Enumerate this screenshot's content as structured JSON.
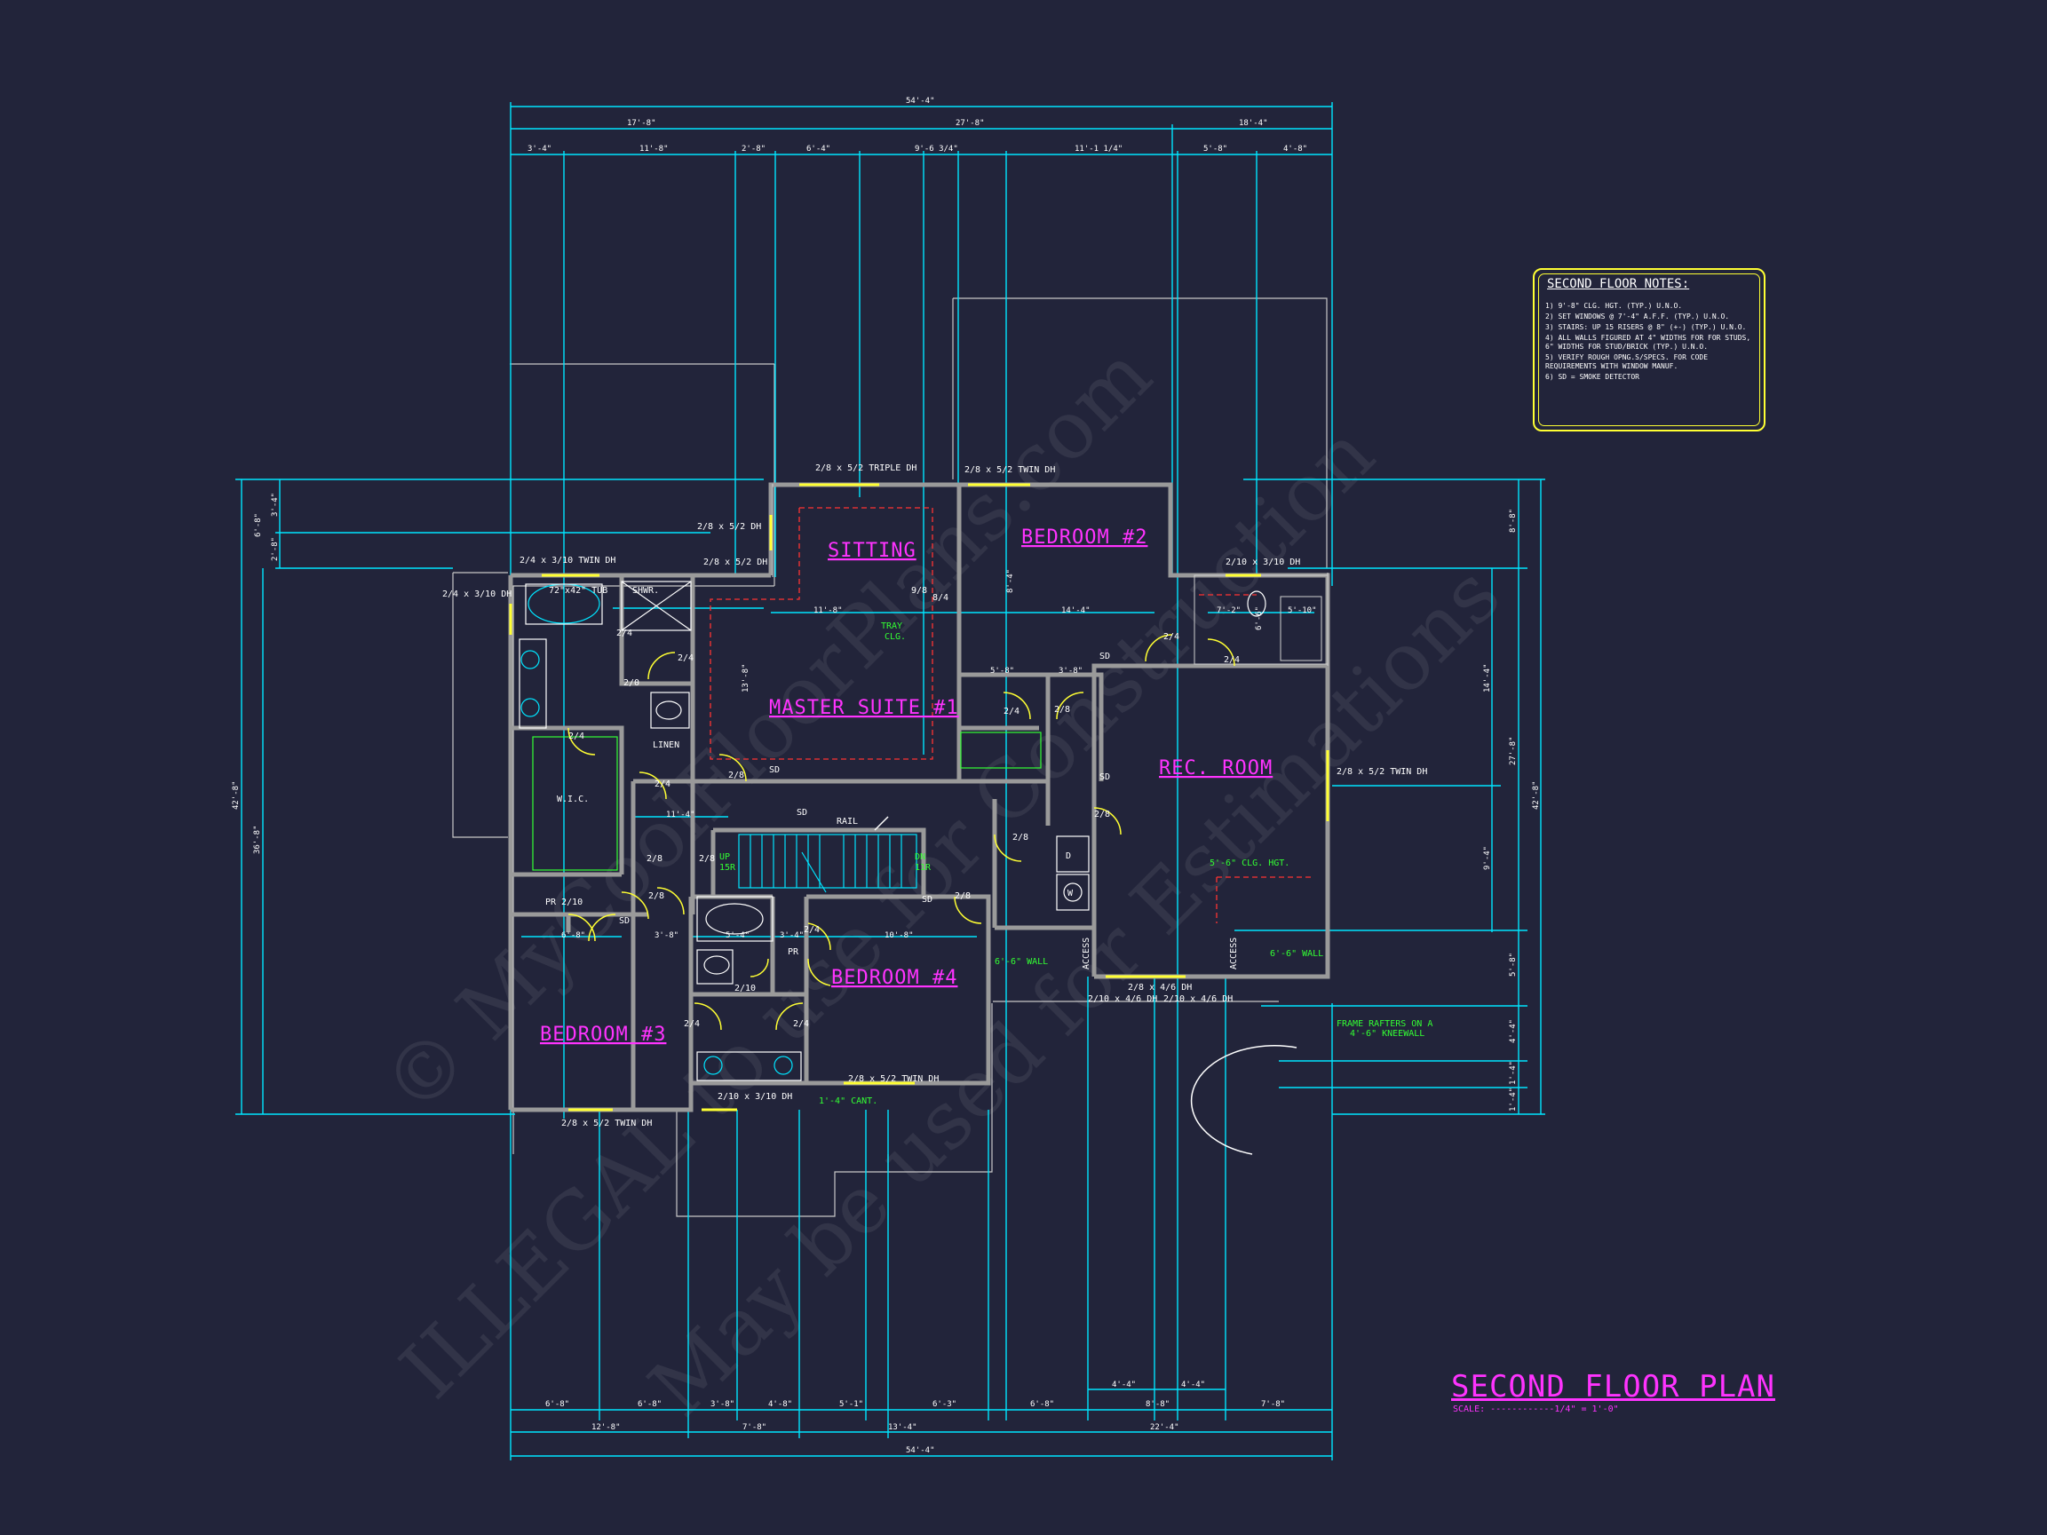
{
  "rooms": {
    "sitting": "SITTING",
    "bedroom2": "BEDROOM #2",
    "master": "MASTER SUITE #1",
    "rec": "REC. ROOM",
    "bedroom4": "BEDROOM #4",
    "bedroom3": "BEDROOM #3"
  },
  "labels": {
    "win_triple_top": "2/8 x 5/2 TRIPLE DH",
    "win_bed2_top": "2/8 x 5/2 TWIN DH",
    "win_sit_side": "2/8 x 5/2 DH",
    "win_sit_side2": "2/8 x 5/2 DH",
    "win_bath_top": "2/4 x 3/10 TWIN DH",
    "win_bath_left": "2/4 x 3/10 DH",
    "win_bath2": "2/10 x 3/10 DH",
    "win_rec_right": "2/8 x 5/2 TWIN DH",
    "win_rec_bot1": "2/8 x 4/6 DH",
    "win_rec_bot2": "2/10 x 4/6 DH",
    "win_rec_bot3": "2/10 x 4/6 DH",
    "win_bed4_bot": "2/8 x 5/2 TWIN DH",
    "win_bath3_bot": "2/10 x 3/10 DH",
    "win_bed3_bot": "2/8 x 5/2 TWIN DH",
    "tub": "72\"x42\" TUB",
    "shwr": "SHWR.",
    "linen": "LINEN",
    "wic": "W.I.C.",
    "pr1": "PR 2/10",
    "pr2": "PR",
    "rail": "RAIL",
    "up": "UP",
    "up_r": "15R",
    "dn": "DN",
    "dn_r": "11R",
    "d": "D",
    "w": "W",
    "access1": "ACCESS",
    "access2": "ACCESS",
    "sd": "SD",
    "d24": "2/4",
    "d28": "2/8",
    "d20": "2/0",
    "d210": "2/10",
    "tray": "TRAY",
    "clg": "CLG.",
    "tray_s": "9/8",
    "tray_s2": "8/4"
  },
  "green": {
    "clg_hgt": "5'-6\" CLG. HGT.",
    "wall1": "6'-6\" WALL",
    "wall2": "6'-6\" WALL",
    "cant": "1'-4\" CANT.",
    "rafter1": "FRAME RAFTERS ON A",
    "rafter2": "4'-6\" KNEEWALL"
  },
  "dims": {
    "top_total": "54'-4\"",
    "top_a": "17'-8\"",
    "top_b": "27'-8\"",
    "top_c": "18'-4\"",
    "t1": "3'-4\"",
    "t2": "11'-8\"",
    "t3": "2'-8\"",
    "t4": "6'-4\"",
    "t5": "9'-6 3/4\"",
    "t6": "11'-1 1/4\"",
    "t7": "5'-8\"",
    "t8": "4'-8\"",
    "bot_total": "54'-4\"",
    "b1": "12'-8\"",
    "b2": "7'-8\"",
    "b3": "13'-4\"",
    "b4": "22'-4\"",
    "bb1": "6'-8\"",
    "bb2": "6'-8\"",
    "bb3": "3'-8\"",
    "bb4": "4'-8\"",
    "bb5": "5'-1\"",
    "bb6": "6'-3\"",
    "bb7": "6'-8\"",
    "bb8": "8'-8\"",
    "bb9": "7'-8\"",
    "bs1": "4'-4\"",
    "bs2": "4'-4\"",
    "left_total": "42'-8\"",
    "left_a": "36'-8\"",
    "l1": "6'-8\"",
    "l2": "3'-4\"",
    "l3": "2'-8\"",
    "right_total": "42'-8\"",
    "r1": "8'-8\"",
    "r2": "27'-8\"",
    "r3": "14'-4\"",
    "r4": "9'-4\"",
    "r5": "5'-8\"",
    "r6": "4'-4\"",
    "r7": "1'-4\"",
    "r8": "1'-4\"",
    "i1": "11'-8\"",
    "i2": "14'-4\"",
    "i3": "7'-2\"",
    "i4": "5'-10\"",
    "i5": "3'-8\"",
    "i6": "5'-8\"",
    "i7": "11'-4\"",
    "i8": "13'-8\"",
    "i9": "8'-4\"",
    "i10": "5'-4\"",
    "i11": "3'-8\"",
    "i12": "10'-8\"",
    "i13": "6'-8\"",
    "i14": "3'-4\"",
    "i15": "6'-6\""
  },
  "notes": {
    "title": "SECOND FLOOR NOTES:",
    "items": [
      "1) 9'-8\" CLG. HGT. (TYP.) U.N.O.",
      "2) SET WINDOWS @ 7'-4\" A.F.F. (TYP.) U.N.O.",
      "3) STAIRS: UP 15 RISERS @ 8\" (+-) (TYP.) U.N.O.",
      "4) ALL WALLS FIGURED AT 4\" WIDTHS FOR FOR STUDS, 6\" WIDTHS FOR STUD/BRICK (TYP.) U.N.O.",
      "5) VERIFY ROUGH OPNG.S/SPECS. FOR CODE REQUIREMENTS WITH WINDOW MANUF.",
      "6) SD = SMOKE DETECTOR"
    ]
  },
  "title": {
    "name": "SECOND FLOOR PLAN",
    "scale": "SCALE: ------------1/4\" = 1'-0\""
  },
  "watermark": {
    "line1": "© MyCoolFloorPlans.com",
    "line2": "ILLEGAL to use for Construction",
    "line3": "May be used for Estimations"
  },
  "colors": {
    "background": "#22243a",
    "dim_line": "#00e5ff",
    "wall": "#9a9a9a",
    "room_label": "#ff33ff",
    "notes_border": "#ffff33",
    "window": "#ffff33",
    "dashed": "#ff3333",
    "green_note": "#33ff33"
  }
}
